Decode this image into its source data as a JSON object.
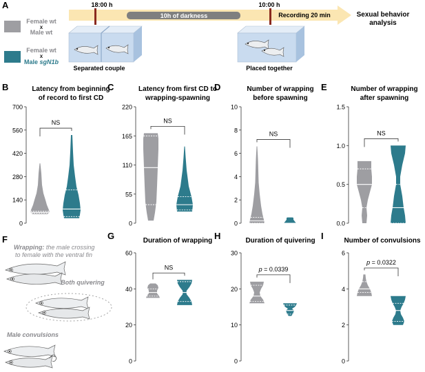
{
  "colors": {
    "wt": "#9e9ea2",
    "mut": "#2d7b8c",
    "arrow": "#fbe6b2",
    "dark": "#7f7f7f",
    "tank": "#c9dbef",
    "mark": "#8a2a1e"
  },
  "panelA": {
    "letter": "A",
    "legend1": {
      "top": "Female wt",
      "x": "x",
      "bottom": "Male wt"
    },
    "legend2": {
      "top": "Female wt",
      "x": "x",
      "bottom_prefix": "Male ",
      "bottom_gene": "sgN1b"
    },
    "time1": "18:00 h",
    "darkness": "10h of darkness",
    "time2": "10:00 h",
    "recording": "Recording 20 min",
    "analysis_line1": "Sexual behavior",
    "analysis_line2": "analysis",
    "separated": "Separated couple",
    "together": "Placed together"
  },
  "panelF": {
    "letter": "F",
    "wrap_bold": "Wrapping:",
    "wrap_rest": " the male crossing",
    "wrap_line2": "to female with the ventral fin",
    "quiver": "Both quivering",
    "convulse": "Male convulsions"
  },
  "chart_data": [
    {
      "id": "B",
      "type": "violin",
      "title": [
        "Latency from beginning",
        "of record to first CD"
      ],
      "ylim": [
        0,
        700
      ],
      "yticks": [
        0,
        140,
        280,
        420,
        560,
        700
      ],
      "annotation": "NS",
      "groups": [
        {
          "name": "wt",
          "min": 55,
          "max": 360,
          "median": 65,
          "q1": 60,
          "q3": 72,
          "profile": [
            [
              55,
              22
            ],
            [
              65,
              28
            ],
            [
              80,
              26
            ],
            [
              110,
              20
            ],
            [
              140,
              16
            ],
            [
              180,
              10
            ],
            [
              230,
              6
            ],
            [
              300,
              4
            ],
            [
              360,
              1
            ]
          ]
        },
        {
          "name": "sgN1b",
          "min": 30,
          "max": 530,
          "median": 85,
          "q1": 40,
          "q3": 200,
          "profile": [
            [
              30,
              22
            ],
            [
              50,
              24
            ],
            [
              80,
              26
            ],
            [
              120,
              24
            ],
            [
              170,
              20
            ],
            [
              220,
              14
            ],
            [
              280,
              10
            ],
            [
              350,
              6
            ],
            [
              430,
              4
            ],
            [
              530,
              2
            ]
          ]
        }
      ]
    },
    {
      "id": "C",
      "type": "violin",
      "title": [
        "Latency from first CD to",
        "wrapping-spawning"
      ],
      "ylim": [
        0,
        220
      ],
      "yticks": [
        0,
        55,
        110,
        165,
        220
      ],
      "annotation": "NS",
      "groups": [
        {
          "name": "wt",
          "min": 5,
          "max": 170,
          "median": 105,
          "q1": 35,
          "q3": 165,
          "profile": [
            [
              5,
              8
            ],
            [
              20,
              12
            ],
            [
              40,
              16
            ],
            [
              70,
              18
            ],
            [
              105,
              20
            ],
            [
              140,
              22
            ],
            [
              160,
              22
            ],
            [
              170,
              20
            ]
          ]
        },
        {
          "name": "sgN1b",
          "min": 22,
          "max": 145,
          "median": 35,
          "q1": 25,
          "q3": 50,
          "profile": [
            [
              22,
              22
            ],
            [
              35,
              24
            ],
            [
              50,
              20
            ],
            [
              70,
              12
            ],
            [
              100,
              6
            ],
            [
              125,
              3
            ],
            [
              145,
              1
            ]
          ]
        }
      ]
    },
    {
      "id": "D",
      "type": "violin",
      "title": [
        "Number of wrapping",
        "before spawning"
      ],
      "ylim": [
        0,
        10
      ],
      "yticks": [
        0,
        2,
        4,
        6,
        8,
        10
      ],
      "annotation": "NS",
      "groups": [
        {
          "name": "wt",
          "min": 0,
          "max": 6.6,
          "median": 0.2,
          "q1": 0,
          "q3": 0.5,
          "profile": [
            [
              0,
              22
            ],
            [
              0.3,
              20
            ],
            [
              0.8,
              16
            ],
            [
              1.5,
              12
            ],
            [
              2.5,
              8
            ],
            [
              3.5,
              5
            ],
            [
              4.5,
              4
            ],
            [
              5.5,
              3
            ],
            [
              6.6,
              1
            ]
          ]
        },
        {
          "name": "sgN1b",
          "min": 0,
          "max": 0.5,
          "median": 0,
          "q1": 0,
          "q3": 0,
          "profile": [
            [
              0,
              18
            ],
            [
              0.15,
              14
            ],
            [
              0.3,
              10
            ],
            [
              0.45,
              10
            ],
            [
              0.5,
              8
            ]
          ]
        }
      ]
    },
    {
      "id": "E",
      "type": "violin",
      "title": [
        "Number of wrapping",
        "after spawning"
      ],
      "ylim": [
        0,
        1.5
      ],
      "yticks": [
        0.0,
        0.5,
        1.0,
        1.5
      ],
      "annotation": "NS",
      "groups": [
        {
          "name": "wt",
          "min": 0,
          "max": 0.8,
          "median": 0.5,
          "q1": 0.2,
          "q3": 0.7,
          "profile": [
            [
              0,
              6
            ],
            [
              0.1,
              8
            ],
            [
              0.2,
              6
            ],
            [
              0.3,
              10
            ],
            [
              0.4,
              16
            ],
            [
              0.5,
              22
            ],
            [
              0.6,
              22
            ],
            [
              0.7,
              20
            ],
            [
              0.8,
              20
            ]
          ]
        },
        {
          "name": "sgN1b",
          "min": 0,
          "max": 1.0,
          "median": 0.2,
          "q1": 0.0,
          "q3": 0.5,
          "profile": [
            [
              0,
              22
            ],
            [
              0.1,
              20
            ],
            [
              0.2,
              16
            ],
            [
              0.35,
              12
            ],
            [
              0.5,
              6
            ],
            [
              0.6,
              6
            ],
            [
              0.75,
              12
            ],
            [
              0.9,
              20
            ],
            [
              1.0,
              22
            ]
          ]
        }
      ]
    },
    {
      "id": "G",
      "type": "violin",
      "title": [
        "Duration of wrapping"
      ],
      "ylim": [
        0,
        60
      ],
      "yticks": [
        0,
        20,
        40,
        60
      ],
      "annotation": "NS",
      "groups": [
        {
          "name": "wt",
          "min": 35,
          "max": 43,
          "median": 38,
          "q1": 36,
          "q3": 40,
          "profile": [
            [
              35,
              20
            ],
            [
              36,
              18
            ],
            [
              37.5,
              12
            ],
            [
              39,
              12
            ],
            [
              40.5,
              16
            ],
            [
              42,
              14
            ],
            [
              43,
              8
            ]
          ]
        },
        {
          "name": "sgN1b",
          "min": 31,
          "max": 45,
          "median": 38,
          "q1": 33,
          "q3": 44,
          "profile": [
            [
              31,
              22
            ],
            [
              33,
              20
            ],
            [
              35,
              14
            ],
            [
              37,
              6
            ],
            [
              38,
              5
            ],
            [
              39,
              6
            ],
            [
              41,
              14
            ],
            [
              43,
              20
            ],
            [
              45,
              22
            ]
          ]
        }
      ]
    },
    {
      "id": "H",
      "type": "violin",
      "title": [
        "Duration of quivering"
      ],
      "ylim": [
        0,
        30
      ],
      "yticks": [
        0,
        10,
        20,
        30
      ],
      "annotation": "p = 0.0339",
      "groups": [
        {
          "name": "wt",
          "min": 16,
          "max": 22,
          "median": 18,
          "q1": 16.5,
          "q3": 21,
          "profile": [
            [
              16,
              22
            ],
            [
              17,
              18
            ],
            [
              18,
              10
            ],
            [
              19,
              8
            ],
            [
              20,
              12
            ],
            [
              21,
              18
            ],
            [
              22,
              20
            ]
          ]
        },
        {
          "name": "sgN1b",
          "min": 12.5,
          "max": 16,
          "median": 14,
          "q1": 13,
          "q3": 15.5,
          "profile": [
            [
              12.5,
              4
            ],
            [
              13,
              8
            ],
            [
              14,
              12
            ],
            [
              14.5,
              6
            ],
            [
              15,
              14
            ],
            [
              15.5,
              18
            ],
            [
              16,
              20
            ]
          ]
        }
      ]
    },
    {
      "id": "I",
      "type": "violin",
      "title": [
        "Number of convulsions"
      ],
      "ylim": [
        0,
        6
      ],
      "yticks": [
        0,
        2,
        4,
        6
      ],
      "annotation": "p = 0.0322",
      "groups": [
        {
          "name": "wt",
          "min": 3.6,
          "max": 4.8,
          "median": 4.0,
          "q1": 3.8,
          "q3": 4.4,
          "profile": [
            [
              3.6,
              22
            ],
            [
              3.8,
              20
            ],
            [
              4.0,
              16
            ],
            [
              4.2,
              10
            ],
            [
              4.4,
              6
            ],
            [
              4.6,
              4
            ],
            [
              4.8,
              3
            ]
          ]
        },
        {
          "name": "sgN1b",
          "min": 2.0,
          "max": 3.6,
          "median": 2.8,
          "q1": 2.2,
          "q3": 3.2,
          "profile": [
            [
              2.0,
              14
            ],
            [
              2.2,
              18
            ],
            [
              2.4,
              14
            ],
            [
              2.6,
              8
            ],
            [
              2.8,
              6
            ],
            [
              3.0,
              10
            ],
            [
              3.2,
              16
            ],
            [
              3.4,
              20
            ],
            [
              3.6,
              22
            ]
          ]
        }
      ]
    }
  ]
}
